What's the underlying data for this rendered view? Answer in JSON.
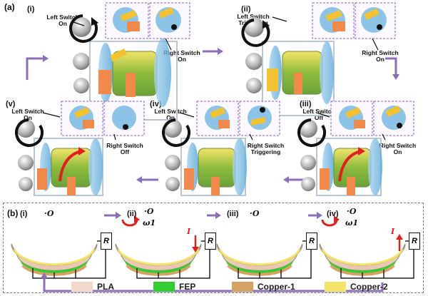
{
  "panel_a": {
    "letter": "(a)",
    "stages": [
      {
        "id": "i",
        "label": "(i)",
        "left_switch": "Left Switch\nOn",
        "right_switch": "Right Switch\nOn"
      },
      {
        "id": "ii",
        "label": "(ii)",
        "left_switch": "Left Switch\nTriggering",
        "right_switch": "Right Switch\nOn"
      },
      {
        "id": "iii",
        "label": "(iii)",
        "left_switch": "Left Switch\nOff",
        "right_switch": "Right Switch\nOn"
      },
      {
        "id": "iv",
        "label": "(iv)",
        "left_switch": "Left Switch\nOn",
        "right_switch": "Right Switch\nTriggering"
      },
      {
        "id": "v",
        "label": "(v)",
        "left_switch": "Left Switch\nOn",
        "right_switch": "Right Switch\nOff"
      }
    ]
  },
  "panel_b": {
    "letter": "(b)",
    "stages": [
      {
        "label": "(i)",
        "origin": "O",
        "omega": "",
        "current": ""
      },
      {
        "label": "(ii)",
        "origin": "O",
        "omega": "ω1",
        "current": "I"
      },
      {
        "label": "(iii)",
        "origin": "O",
        "omega": "",
        "current": ""
      },
      {
        "label": "(iv)",
        "origin": "O",
        "omega": "ω1",
        "current": "I"
      }
    ],
    "resistor": "R",
    "legend": [
      {
        "name": "PLA",
        "color": "#f2d9cc"
      },
      {
        "name": "FEP",
        "color": "#33cc33"
      },
      {
        "name": "Copper-1",
        "color": "#d4a264"
      },
      {
        "name": "Copper-2",
        "color": "#f4e36a"
      }
    ]
  },
  "colors": {
    "flow_arrow": "#8a6fb5",
    "dashed_border": "#8a5ac8",
    "current_red": "#e02020",
    "inset_blue": "#8cc3e6",
    "switch_orange": "#f08a4b",
    "switch_yellow": "#f2c230"
  }
}
